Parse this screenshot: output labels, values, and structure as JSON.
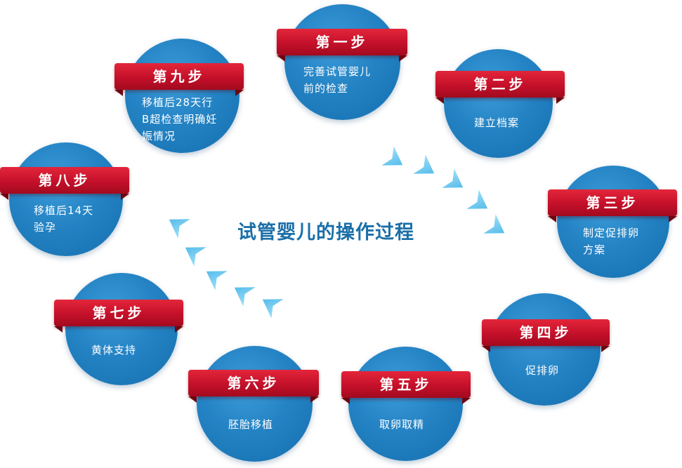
{
  "title": "试管婴儿的操作过程",
  "colors": {
    "circle": "#2483c4",
    "ribbon": "#c4102a",
    "title": "#1b6fa8",
    "arrow": "#5bc3ee"
  },
  "steps": [
    {
      "label": "第一步",
      "desc": [
        "完善试管婴儿",
        "前的检查"
      ]
    },
    {
      "label": "第二步",
      "desc": [
        "建立档案"
      ]
    },
    {
      "label": "第三步",
      "desc": [
        "制定促排卵",
        "方案"
      ]
    },
    {
      "label": "第四步",
      "desc": [
        "促排卵"
      ]
    },
    {
      "label": "第五步",
      "desc": [
        "取卵取精"
      ]
    },
    {
      "label": "第六步",
      "desc": [
        "胚胎移植"
      ]
    },
    {
      "label": "第七步",
      "desc": [
        "黄体支持"
      ]
    },
    {
      "label": "第八步",
      "desc": [
        "移植后14天",
        "验孕"
      ]
    },
    {
      "label": "第九步",
      "desc": [
        "移植后28天行",
        "B超检查明确妊",
        "娠情况"
      ]
    }
  ],
  "arrow_icons": [
    "arrow-icon"
  ]
}
